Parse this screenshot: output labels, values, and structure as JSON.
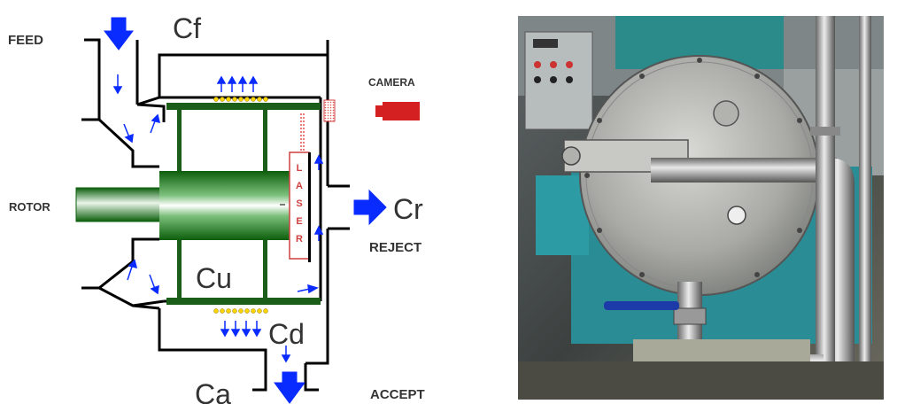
{
  "labels": {
    "feed": "FEED",
    "rotor": "ROTOR",
    "camera": "CAMERA",
    "reject": "REJECT",
    "accept": "ACCEPT",
    "laser": [
      "L",
      "A",
      "S",
      "E",
      "R"
    ]
  },
  "concentrations": {
    "feed": "Cf",
    "reject": "Cr",
    "upper": "Cu",
    "down": "Cd",
    "accept": "Ca"
  },
  "colors": {
    "line": "#000000",
    "screen": "#1a5e1a",
    "flow_arrow": "#0a2bff",
    "camera": "#d42020",
    "laser": "#d04040",
    "screen_dots": "#ffd400"
  },
  "photo": {
    "description_icon": "pressure-screen-photo"
  }
}
